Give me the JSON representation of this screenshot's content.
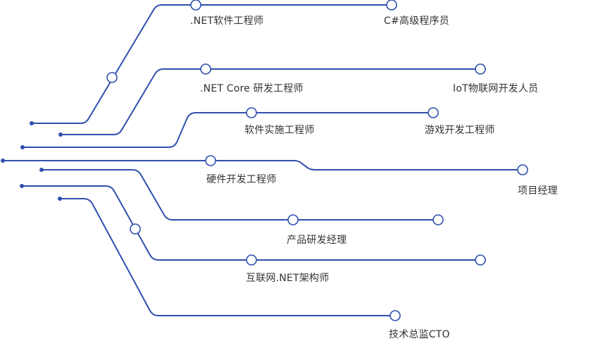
{
  "colors": {
    "track": "#2f4fae",
    "node_fill": "#ffffff",
    "label_text": "#333333",
    "background": "#ffffff"
  },
  "roles": [
    ".NET软件工程师",
    "C#高级程序员",
    ".NET Core 研发工程师",
    "IoT物联网开发人员",
    "软件实施工程师",
    "游戏开发工程师",
    "硬件开发工程师",
    "项目经理",
    "产品研发经理",
    "互联网.NET架构师",
    "技术总监CTO"
  ]
}
